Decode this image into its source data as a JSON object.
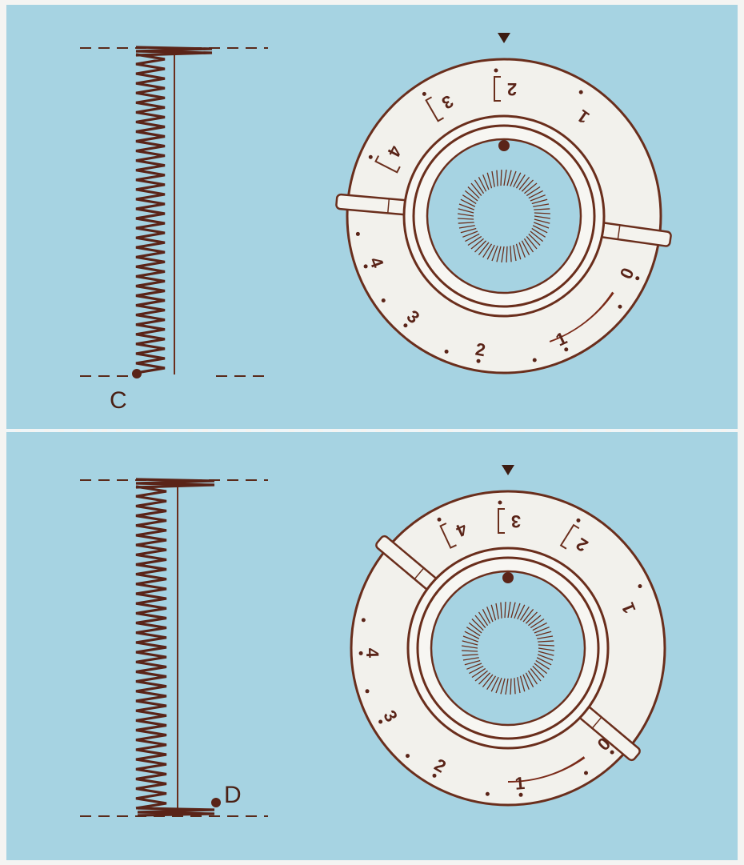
{
  "panels": [
    {
      "id": "top",
      "stitch_label": "C",
      "start_dot": "bottom",
      "outer_dial": {
        "rotation_deg": 0,
        "numbers": [
          {
            "text": "0",
            "angle": 115
          },
          {
            "text": "1",
            "angle": 155
          },
          {
            "text": "2",
            "angle": 190
          },
          {
            "text": "3",
            "angle": 222
          },
          {
            "text": "4",
            "angle": 250
          }
        ],
        "buttonhole_marks": [
          {
            "text": "4",
            "angle": 297,
            "bracket": true
          },
          {
            "text": "3",
            "angle": 330,
            "bracket": true
          },
          {
            "text": "2",
            "angle": 0,
            "bracket": true
          },
          {
            "text": "1",
            "angle": 35,
            "bracket": false
          }
        ]
      },
      "levers": [
        {
          "angle": 275
        },
        {
          "angle": 98
        }
      ],
      "wedge": {
        "start_angle": 125,
        "end_angle": 160
      }
    },
    {
      "id": "bottom",
      "stitch_label": "D",
      "start_dot": "top",
      "outer_dial": {
        "rotation_deg": 0,
        "numbers": [
          {
            "text": "0",
            "angle": 135
          },
          {
            "text": "1",
            "angle": 175
          },
          {
            "text": "2",
            "angle": 210
          },
          {
            "text": "3",
            "angle": 240
          },
          {
            "text": "4",
            "angle": 268
          }
        ],
        "buttonhole_marks": [
          {
            "text": "4",
            "angle": 335,
            "bracket": true
          },
          {
            "text": "3",
            "angle": 0,
            "bracket": true
          },
          {
            "text": "2",
            "angle": 32,
            "bracket": true
          },
          {
            "text": "1",
            "angle": 68,
            "bracket": false
          }
        ]
      },
      "levers": [
        {
          "angle": 310
        },
        {
          "angle": 130
        }
      ],
      "wedge": {
        "start_angle": 145,
        "end_angle": 180
      }
    }
  ]
}
